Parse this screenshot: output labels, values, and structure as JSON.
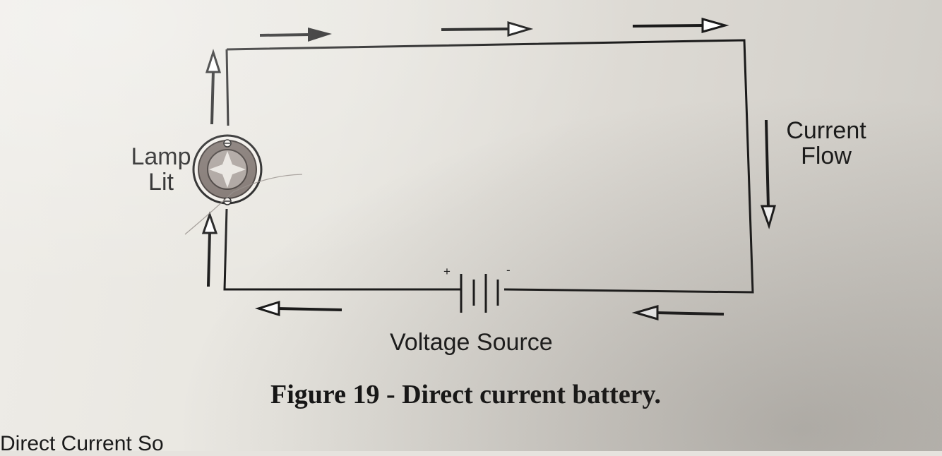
{
  "labels": {
    "lamp_line1": "Lamp",
    "lamp_line2": "Lit",
    "current_line1": "Current",
    "current_line2": "Flow",
    "voltage_source": "Voltage Source",
    "plus": "+",
    "minus": "-"
  },
  "caption": "Figure 19 - Direct current battery.",
  "footer_partial_text": "Direct Current So",
  "colors": {
    "line": "#1a1a1a",
    "lamp_ring": "#7a6f6a",
    "lamp_inner": "#a79e99",
    "lamp_star": "#e8e4df"
  }
}
